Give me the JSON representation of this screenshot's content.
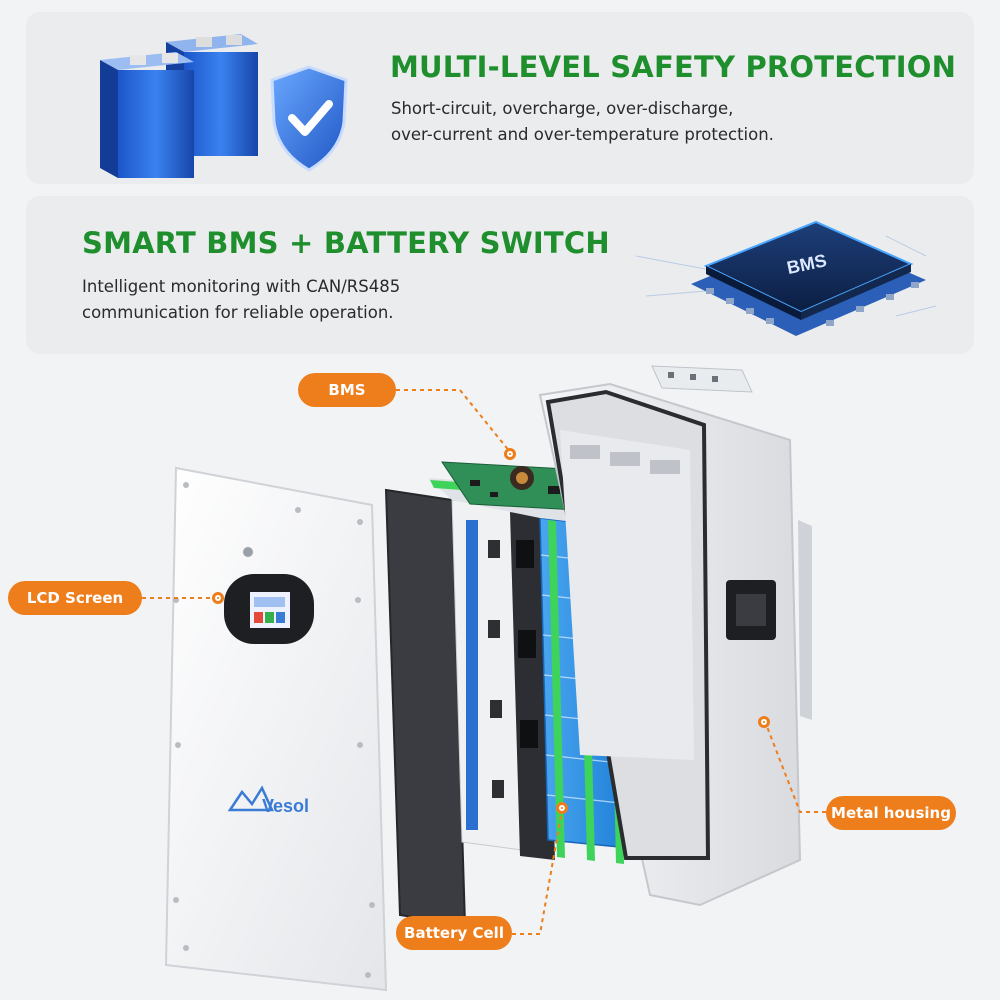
{
  "sections": [
    {
      "title": "MULTI-LEVEL SAFETY PROTECTION",
      "description_lines": [
        "Short-circuit, overcharge, over-discharge,",
        "over-current and over-temperature protection."
      ]
    },
    {
      "title": "SMART BMS  + BATTERY SWITCH",
      "description_lines": [
        "Intelligent monitoring with CAN/RS485",
        "communication for reliable operation."
      ]
    }
  ],
  "bms_chip_label": "BMS",
  "brand_logo": "Vesol",
  "callouts": {
    "bms": "BMS",
    "lcd_screen": "LCD Screen",
    "metal_housing": "Metal housing",
    "battery_cell": "Battery Cell"
  },
  "colors": {
    "heading_green": "#1f8f2e",
    "callout_orange": "#ee7d1b",
    "cell_blue": "#2a8ee0",
    "strap_green": "#3ed35a",
    "shield_blue": "#3a7bd5"
  },
  "icons": [
    "shield-check-icon",
    "bms-chip-icon"
  ]
}
